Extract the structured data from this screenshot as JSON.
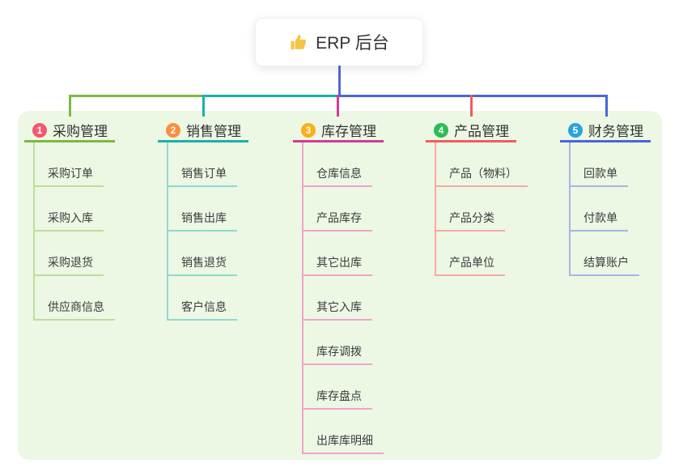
{
  "root": {
    "label": "ERP 后台",
    "icon": "thumbs-up-icon",
    "icon_color": "#f6c344"
  },
  "panel": {
    "background": "#ecf7e4"
  },
  "connectors": {
    "root_line_color": "#5366d4"
  },
  "branches": [
    {
      "badge": "1",
      "title": "采购管理",
      "color": "#7cb93f",
      "light_color": "#bedd98",
      "badge_color": "#f25872",
      "children": [
        "采购订单",
        "采购入库",
        "采购退货",
        "供应商信息"
      ]
    },
    {
      "badge": "2",
      "title": "销售管理",
      "color": "#17b3a9",
      "light_color": "#8fd9d3",
      "badge_color": "#f88f3e",
      "children": [
        "销售订单",
        "销售出库",
        "销售退货",
        "客户信息"
      ]
    },
    {
      "badge": "3",
      "title": "库存管理",
      "color": "#d23a98",
      "light_color": "#f2a2cc",
      "badge_color": "#fbae19",
      "children": [
        "仓库信息",
        "产品库存",
        "其它出库",
        "其它入库",
        "库存调拨",
        "库存盘点",
        "出库库明细"
      ]
    },
    {
      "badge": "4",
      "title": "产品管理",
      "color": "#f25c5c",
      "light_color": "#f8aaa5",
      "badge_color": "#2dbc54",
      "children": [
        "产品（物料）",
        "产品分类",
        "产品单位"
      ]
    },
    {
      "badge": "5",
      "title": "财务管理",
      "color": "#4767d9",
      "light_color": "#a5b5e6",
      "badge_color": "#2aa3dd",
      "children": [
        "回款单",
        "付款单",
        "结算账户"
      ]
    }
  ]
}
